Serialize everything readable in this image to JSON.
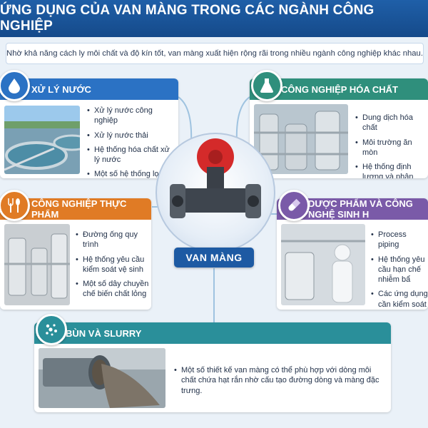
{
  "header": {
    "title": "ỨNG DỤNG CỦA VAN MÀNG TRONG CÁC NGÀNH CÔNG NGHIỆP",
    "intro": "Nhờ khả năng cách ly môi chất và độ kín tốt, van màng xuất hiện rộng rãi trong nhiều ngành công nghiệp khác nhau."
  },
  "center": {
    "label": "VAN MÀNG"
  },
  "colors": {
    "header_blue": "#1f5fa8",
    "water_blue": "#2b72c4",
    "chemical_green": "#2f8f7c",
    "food_orange": "#e07b25",
    "pharma_purple": "#7a5aa8",
    "slurry_teal": "#2a8f9a",
    "valve_red": "#d42a2a"
  },
  "cards": {
    "water": {
      "title": "XỬ LÝ NƯỚC",
      "icon": "water-drop-icon",
      "items": [
        "Xử lý nước công nghiệp",
        "Xử lý nước thải",
        "Hệ thống hóa chất xử lý nước",
        "Một số hệ thống lọc"
      ]
    },
    "chemical": {
      "title": "CÔNG NGHIỆP HÓA CHẤT",
      "icon": "flask-icon",
      "items": [
        "Dung dịch hóa chất",
        "Môi trường ăn mòn",
        "Hệ thống định lượng và phân phối hóa ch"
      ]
    },
    "food": {
      "title": "CÔNG NGHIỆP THỰC PHẨM",
      "icon": "fork-spoon-icon",
      "items": [
        "Đường ống quy trình",
        "Hệ thống yêu cầu kiểm soát vệ sinh",
        "Một số dây chuyền chế biến chất lỏng"
      ]
    },
    "pharma": {
      "title": "DƯỢC PHẨM VÀ CÔNG NGHỆ SINH H",
      "icon": "capsule-icon",
      "items": [
        "Process piping",
        "Hệ thống yêu cầu hạn chế nhiễm bẩ",
        "Các ứng dụng cần kiểm soát độ sạch nghiêm ngặt"
      ]
    },
    "slurry": {
      "title": "BÙN VÀ SLURRY",
      "icon": "particles-icon",
      "items": [
        "Một số thiết kế van màng có thể phù hợp với dòng môi chất chứa hạt rắn nhờ cấu tạo đường dòng và màng đặc trưng."
      ]
    }
  }
}
